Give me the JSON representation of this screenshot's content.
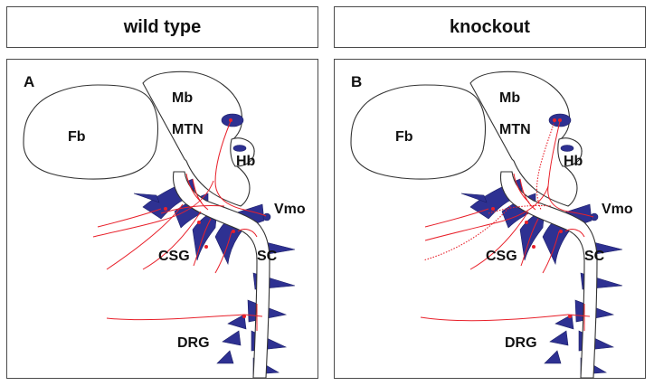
{
  "headers": {
    "left": "wild type",
    "right": "knockout"
  },
  "panels": [
    {
      "letter": "A",
      "labels": {
        "fb": "Fb",
        "mb": "Mb",
        "mtn": "MTN",
        "hb": "Hb",
        "vmo": "Vmo",
        "csg": "CSG",
        "sc": "SC",
        "drg": "DRG"
      }
    },
    {
      "letter": "B",
      "labels": {
        "fb": "Fb",
        "mb": "Mb",
        "mtn": "MTN",
        "hb": "Hb",
        "vmo": "Vmo",
        "csg": "CSG",
        "sc": "SC",
        "drg": "DRG"
      }
    }
  ],
  "colors": {
    "ganglion": "#2e3192",
    "axon": "#e8202a",
    "outline": "#333333"
  }
}
